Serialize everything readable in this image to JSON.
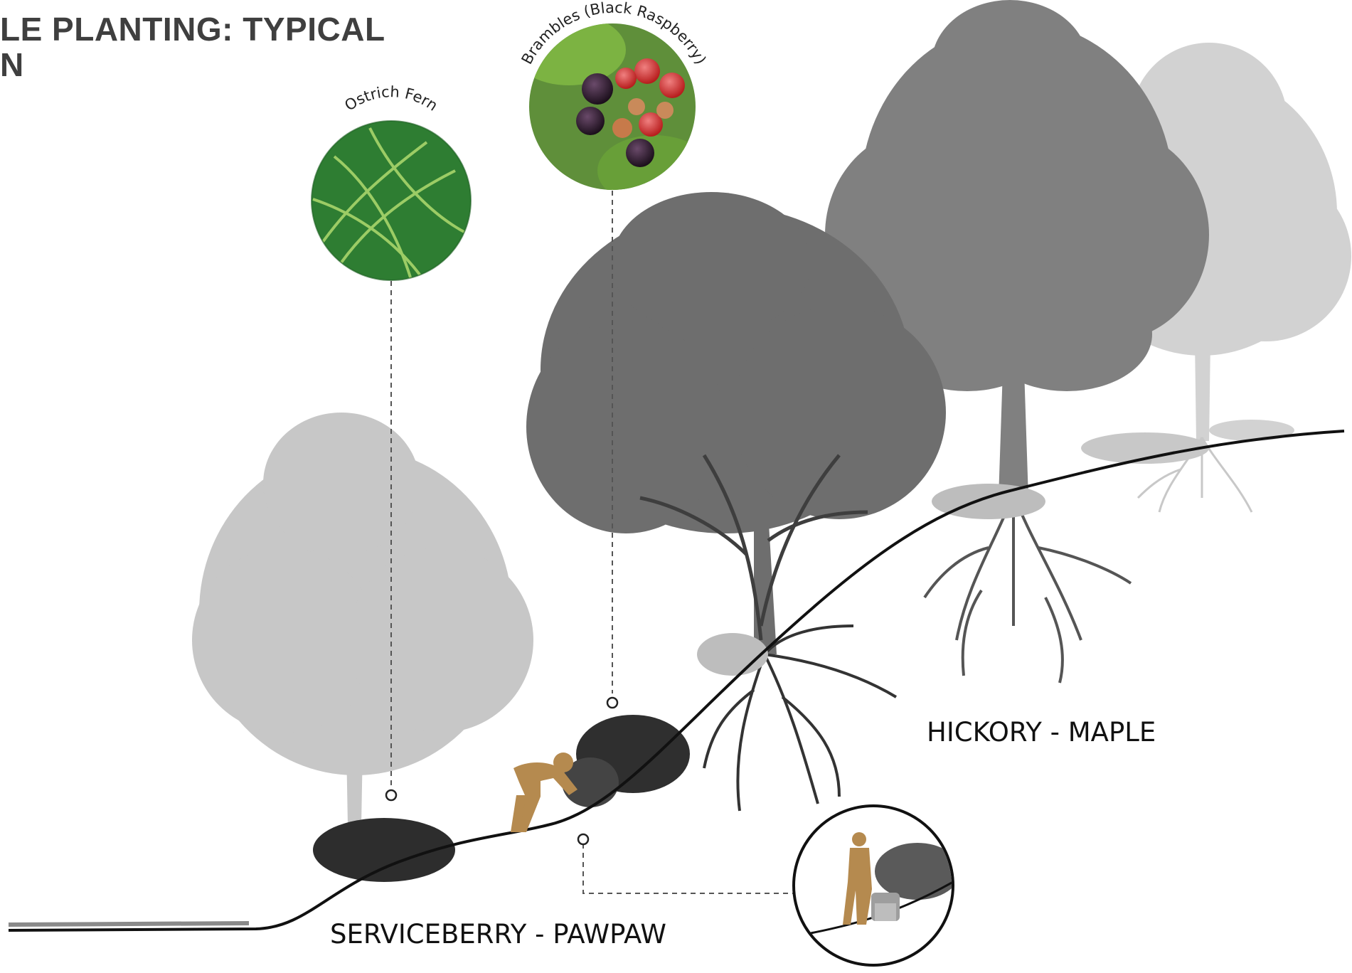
{
  "title": {
    "line1": "LE PLANTING: TYPICAL",
    "line2": "N"
  },
  "callouts": [
    {
      "label": "Ostrich Fern",
      "image_icon": "fern-photo"
    },
    {
      "label": "Brambles (Black Raspberry)",
      "image_icon": "raspberry-photo"
    }
  ],
  "zones": {
    "lower": "SERVICEBERRY - PAWPAW",
    "upper": "HICKORY - MAPLE"
  },
  "colors": {
    "figure": "#b58a4f",
    "ground_line": "#111111",
    "tree_far": "#c4c4c4",
    "tree_mid": "#7a7a7a",
    "tree_dark": "#4a4a4a",
    "fern_green": "#2e7d32",
    "berry_red": "#c62828",
    "berry_black": "#2a1a2a"
  }
}
